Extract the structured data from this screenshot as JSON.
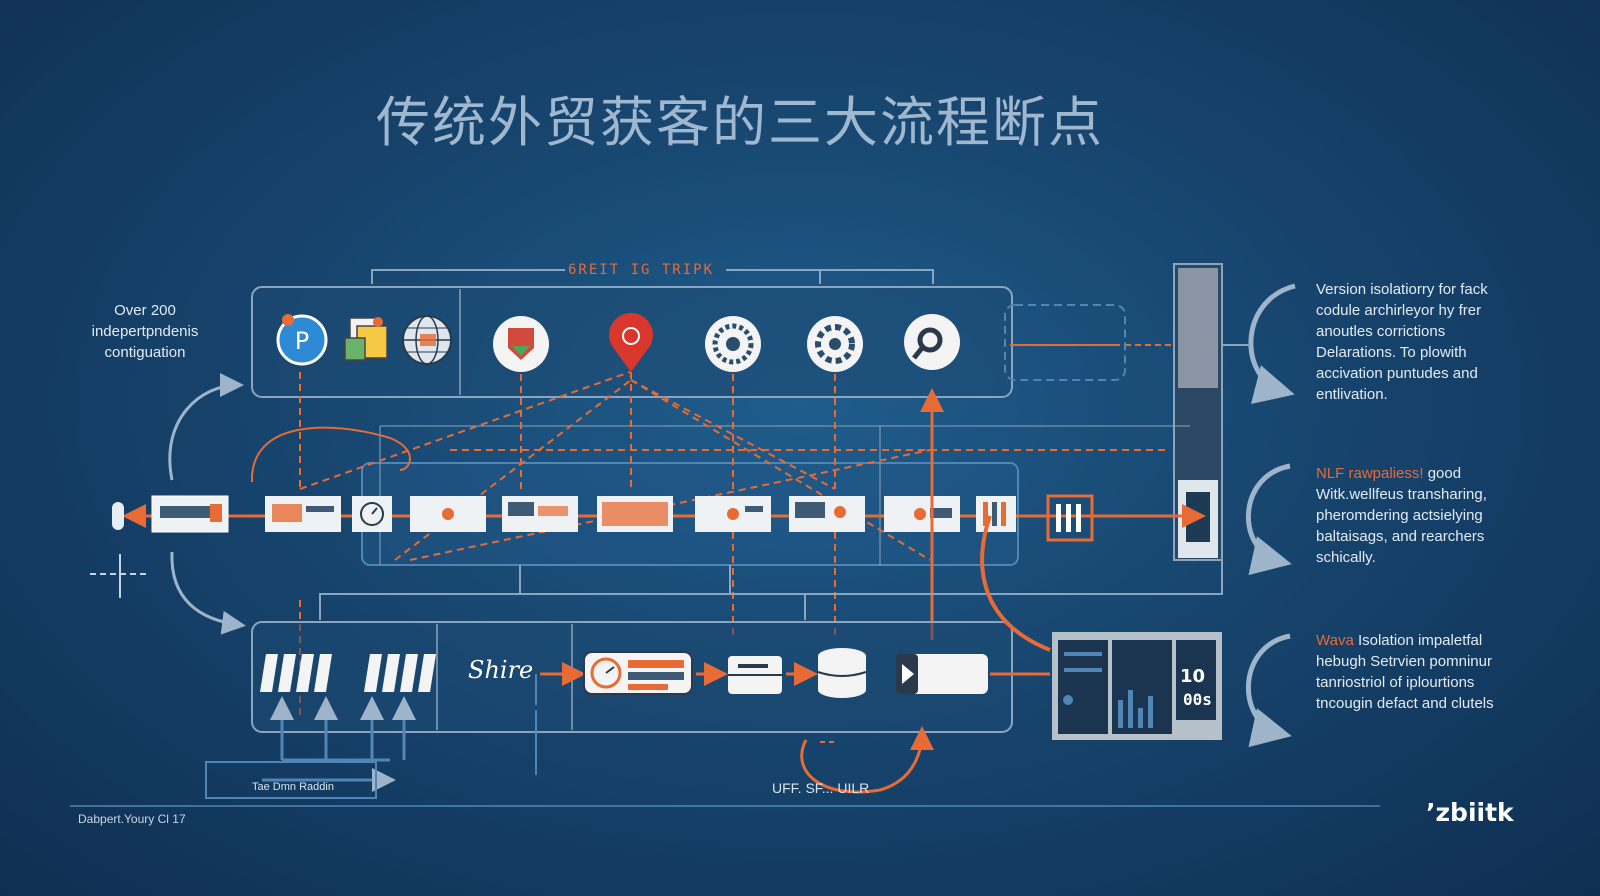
{
  "title": "传统外贸获客的三大流程断点",
  "diagram_header": "6REIT IG TRIPK",
  "left_note": "Over 200 indepertpndenis contiguation",
  "right_notes": [
    {
      "lead": "",
      "text": "Version isolatiorry for fack codule archirleyor hy frer anoutles corrictions Delarations. To plowith accivation puntudes and entlivation."
    },
    {
      "lead": "NLF rawpaliess!",
      "text": " good Witk.wellfeus transharing, pheromdering actsielying baltaisags, and rearchers schically."
    },
    {
      "lead": "Wava",
      "text": " Isolation impaletfal hebugh Setrvien pomninur tanriostriol of iplourtions tncougin defact and clutels"
    }
  ],
  "brand_script": "Shire",
  "label_box": "Tae Dmn Raddin",
  "bottom_caption": "UFF. SF... UILR",
  "counter": {
    "number": "10",
    "unit": "00s"
  },
  "footer_left": "Dabpert.Youry Cl 17",
  "logo": "’zbiitk",
  "icons": {
    "top_row": [
      "paypal-icon",
      "documents-icon",
      "globe-icon",
      "shield-icon",
      "location-pin-icon",
      "gear-wheel-icon",
      "settings-cog-icon",
      "search-icon"
    ],
    "bottom_row": [
      "bars-icon",
      "clock-panel-icon",
      "server-icon",
      "database-icon",
      "play-device-icon"
    ]
  },
  "colors": {
    "background": "#17456e",
    "accent": "#e86a35",
    "line": "#8aa5bf"
  }
}
